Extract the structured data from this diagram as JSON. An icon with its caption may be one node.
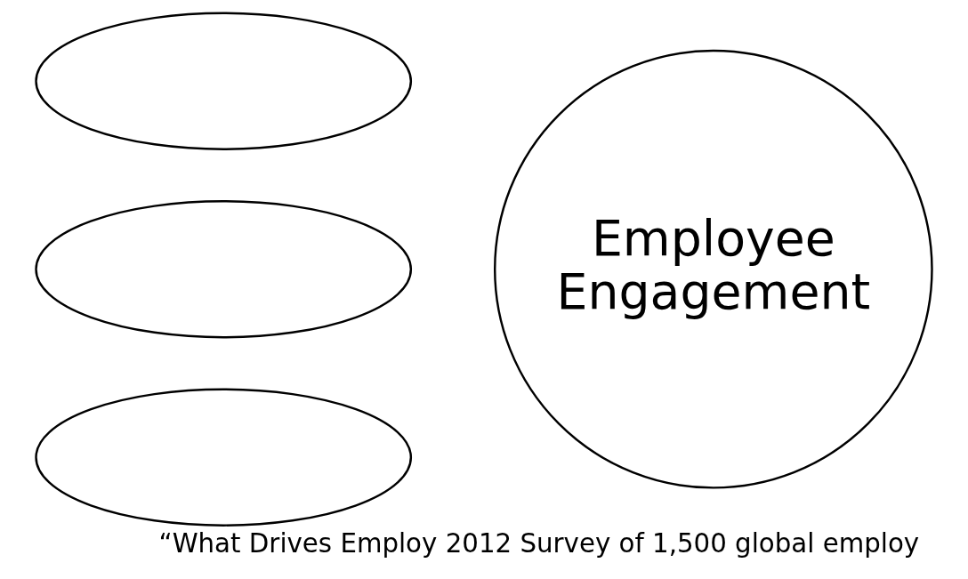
{
  "diagram": {
    "caption": "“What Drives Employ 2012 Survey of 1,500 global employ",
    "nodes": [
      {
        "text": [],
        "shape": "ellipse"
      },
      {
        "text": [],
        "shape": "ellipse"
      },
      {
        "text": [],
        "shape": "ellipse"
      },
      {
        "text": [
          "Employee Engagement"
        ]
      }
    ],
    "edges": []
  }
}
